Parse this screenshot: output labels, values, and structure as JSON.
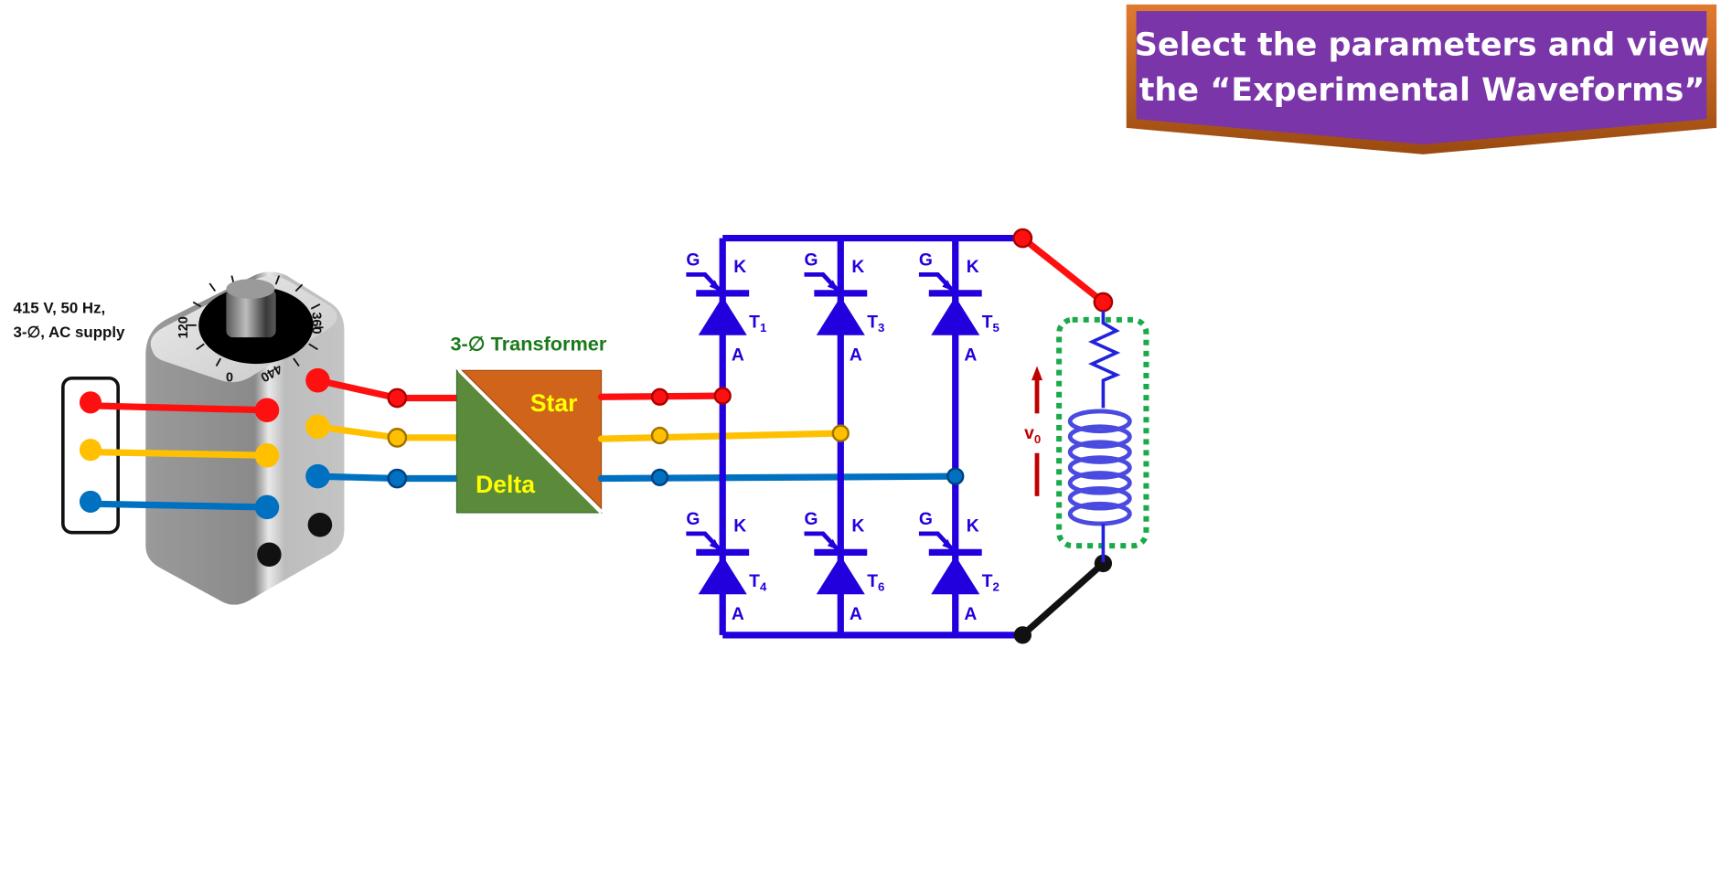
{
  "banner": {
    "line1": "Select the parameters and view",
    "line2": "the “Experimental Waveforms”",
    "fill_color": "#7a35a8",
    "border_color": "#c8601a"
  },
  "supply": {
    "label_line1": "415 V, 50 Hz,",
    "label_line2": "3-∅, AC supply"
  },
  "autotransformer": {
    "dial_labels": [
      "120",
      "360",
      "0",
      "440"
    ]
  },
  "transformer": {
    "title": "3-∅ Transformer",
    "primary_label": "Delta",
    "secondary_label": "Star",
    "title_color": "#1a7a1a",
    "primary_color": "#5a8a3a",
    "secondary_color": "#d0641a",
    "text_color": "#ffff00"
  },
  "bridge": {
    "color": "#2200dd",
    "thyristors": [
      {
        "name": "T",
        "sub": "1",
        "gate": "G",
        "cathode": "K",
        "anode": "A"
      },
      {
        "name": "T",
        "sub": "3",
        "gate": "G",
        "cathode": "K",
        "anode": "A"
      },
      {
        "name": "T",
        "sub": "5",
        "gate": "G",
        "cathode": "K",
        "anode": "A"
      },
      {
        "name": "T",
        "sub": "4",
        "gate": "G",
        "cathode": "K",
        "anode": "A"
      },
      {
        "name": "T",
        "sub": "6",
        "gate": "G",
        "cathode": "K",
        "anode": "A"
      },
      {
        "name": "T",
        "sub": "2",
        "gate": "G",
        "cathode": "K",
        "anode": "A"
      }
    ]
  },
  "load": {
    "voltage_label": "v",
    "voltage_sub": "0",
    "arrow_color": "#c00000",
    "box_color": "#1aaa4a"
  },
  "phase_colors": {
    "R": "#ff1010",
    "Y": "#ffc000",
    "B": "#0070c0",
    "N": "#111111"
  }
}
